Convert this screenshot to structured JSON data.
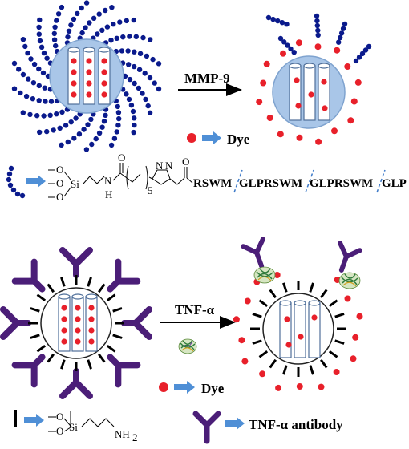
{
  "top": {
    "trigger": "MMP-9",
    "legend_dye": "Dye"
  },
  "linker": {
    "chem": {
      "o1": "O",
      "o2": "O",
      "o3": "O",
      "si": "Si",
      "n": "N",
      "h": "H",
      "o_amide": "O",
      "sub5": "5",
      "triazole": "N",
      "o_ketone": "O"
    },
    "seq": [
      "RSWM",
      "GLPRSWM",
      "GLPRSWM",
      "GLP"
    ]
  },
  "bottom": {
    "trigger": "TNF-α",
    "legend_dye": "Dye",
    "legend_linker_chem": {
      "o1": "O",
      "o2": "O",
      "si": "Si",
      "nh2": "NH",
      "sub2": "2"
    },
    "legend_antibody": "TNF-α antibody"
  },
  "colors": {
    "peptide_blue": "#0a1a8c",
    "dye_red": "#e8202a",
    "particle_blue": "#a9c6e8",
    "antibody_purple": "#4b1e78",
    "arrow_light_blue": "#4f8fd6",
    "cleavage_dash": "#3a78c8"
  },
  "icons": [
    "dye-dot-icon",
    "blue-arrow-icon",
    "antibody-icon",
    "tnf-protein-icon",
    "linker-bar-icon"
  ]
}
